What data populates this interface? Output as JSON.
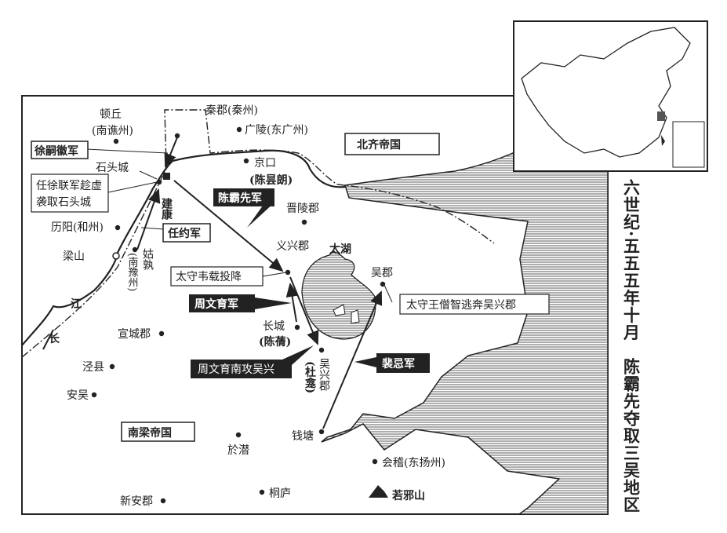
{
  "title": "六世纪·五五五年十月 陈霸先夺取三吴地区",
  "title_part1": "六世纪·五五五年十月",
  "title_part2": "陈霸先夺取三吴地区",
  "colors": {
    "ink": "#222222",
    "sea": "#9a9a9a",
    "paper": "#ffffff"
  },
  "states": {
    "north": "北齐帝国",
    "south": "南梁帝国"
  },
  "water": {
    "lake": "太湖",
    "river_1": "江",
    "river_2": "长"
  },
  "places": {
    "dunqiu": "顿丘",
    "dunqiu_sub": "(南谯州)",
    "qinjun": "秦郡(秦州)",
    "guangling": "广陵(东广州)",
    "shitoucheng": "石头城",
    "jingkou": "京口",
    "jingkou_sub": "(陈昙朗)",
    "jiankang": "建康",
    "jinling": "晋陵郡",
    "liyang": "历阳(和州)",
    "liangshan": "梁山",
    "gushu": "姑孰",
    "gushu_sub": "(南豫州)",
    "yixing": "义兴郡",
    "wujun": "吴郡",
    "changcheng": "长城",
    "changcheng_sub": "(陈蒨)",
    "xuancheng": "宣城郡",
    "wuxing": "吴兴郡",
    "wuxing_sub": "(杜龛)",
    "jingxian": "泾县",
    "anwu": "安吴",
    "qiantang": "钱塘",
    "yuqian": "於潜",
    "kuaiji": "会稽(东扬州)",
    "tonglu": "桐庐",
    "ruoyeshan": "若邪山",
    "xinan": "新安郡"
  },
  "annotations": {
    "xu_army": "徐嗣徽军",
    "ren_xu": "任徐联军趁虚",
    "ren_xu_2": "袭取石头城",
    "chen_army": "陈霸先军",
    "ren_army": "任约军",
    "wei_surrender": "太守韦载投降",
    "zhou_army": "周文育军",
    "wang_flee": "太守王僧智逃奔吴兴郡",
    "pei_army": "裴忌军",
    "zhou_south": "周文育南攻吴兴"
  }
}
